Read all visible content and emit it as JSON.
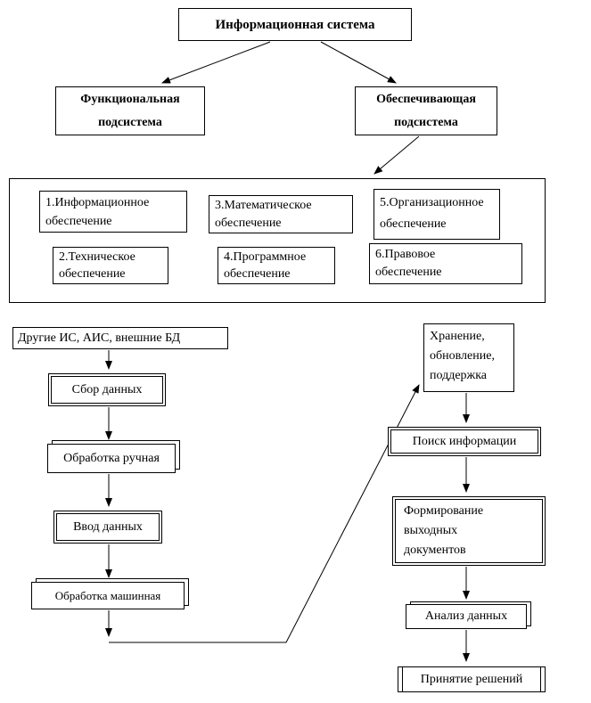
{
  "page": {
    "background": "#ffffff",
    "line_color": "#000000"
  },
  "hierarchy": {
    "root": "Информационная система",
    "functional_subsystem": "Функциональная\nподсистема",
    "providing_subsystem": "Обеспечивающая\nподсистема",
    "support_items": [
      {
        "label": "1.Информационное\nобеспечение"
      },
      {
        "label": "3.Математическое\nобеспечение"
      },
      {
        "label": "5.Организационное\nобеспечение"
      },
      {
        "label": "2.Техническое\nобеспечение"
      },
      {
        "label": "4.Программное\nобеспечение"
      },
      {
        "label": "6.Правовое\nобеспечение"
      }
    ]
  },
  "process_flow": {
    "external_sources": "Другие ИС, АИС, внешние БД",
    "data_collection": "Сбор данных",
    "manual_processing": "Обработка ручная",
    "data_input": "Ввод данных",
    "machine_processing": "Обработка машинная",
    "storage": "Хранение,\nобновление,\nподдержка",
    "information_search": "Поиск информации",
    "output_documents": "Формирование\nвыходных\nдокументов",
    "data_analysis": "Анализ данных",
    "decision_making": "Принятие решений"
  }
}
